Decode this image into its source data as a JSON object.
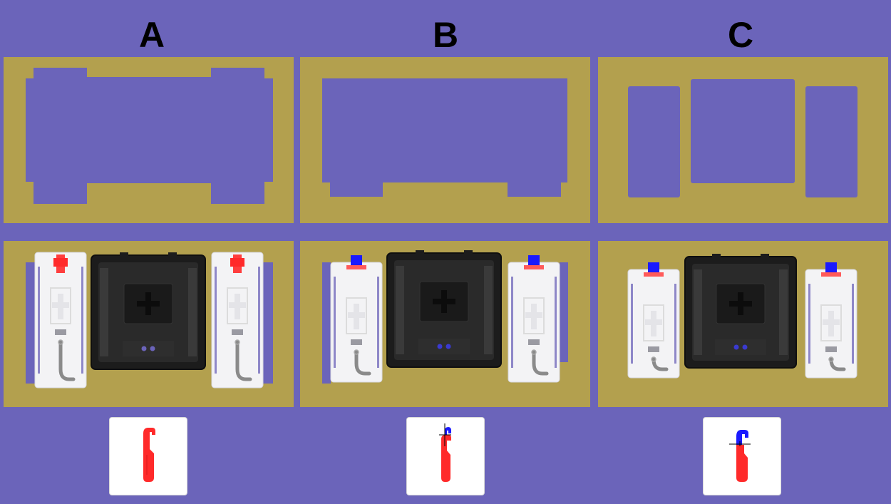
{
  "columns": [
    {
      "id": "A",
      "label": "A",
      "stem_color": "#ff2a2a",
      "variant": "a"
    },
    {
      "id": "B",
      "label": "B",
      "stem_color": "#1a1aff",
      "variant": "b"
    },
    {
      "id": "C",
      "label": "C",
      "stem_color": "#1a1aff",
      "variant": "c"
    }
  ],
  "colors": {
    "background": "#6b64ba",
    "plate": "#b3a04e",
    "stabilizer_housing": "#f2f2f2",
    "switch_housing": "#1c1c1c",
    "wire_icon": "#ff2a2a",
    "wire_icon_tip": "#1a1aff"
  },
  "icons": {
    "stabilizer": "stabilizer-housing-icon",
    "switch": "mechanical-switch-icon",
    "wire": "stabilizer-wire-icon"
  }
}
